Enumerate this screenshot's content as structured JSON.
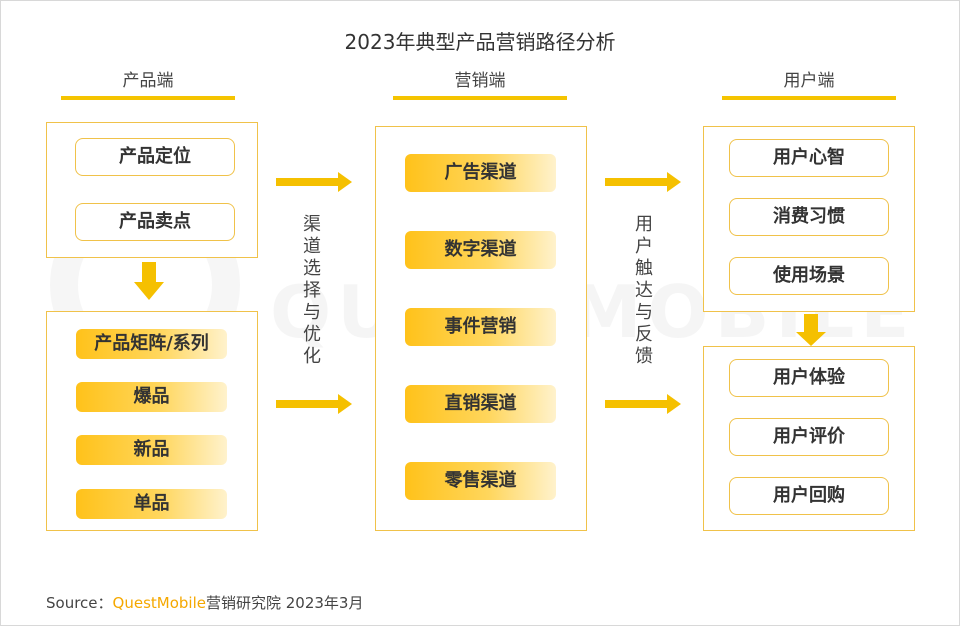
{
  "title": "2023年典型产品营销路径分析",
  "columns": {
    "product": {
      "heading": "产品端",
      "top_items": [
        "产品定位",
        "产品卖点"
      ],
      "bottom_items": [
        "产品矩阵/系列",
        "爆品",
        "新品",
        "单品"
      ]
    },
    "marketing": {
      "heading": "营销端",
      "items": [
        "广告渠道",
        "数字渠道",
        "事件营销",
        "直销渠道",
        "零售渠道"
      ]
    },
    "user": {
      "heading": "用户端",
      "top_items": [
        "用户心智",
        "消费习惯",
        "使用场景"
      ],
      "bottom_items": [
        "用户体验",
        "用户评价",
        "用户回购"
      ]
    }
  },
  "connectors": {
    "left_label": "渠道选择与优化",
    "right_label": "用户触达与反馈"
  },
  "watermark": "QUESTMOBILE",
  "source": {
    "prefix": "Source：",
    "brand": "QuestMobile",
    "suffix": "营销研究院 2023年3月"
  },
  "colors": {
    "accent": "#f5c400",
    "border": "#f0c24a",
    "arrow": "#f5c000"
  }
}
